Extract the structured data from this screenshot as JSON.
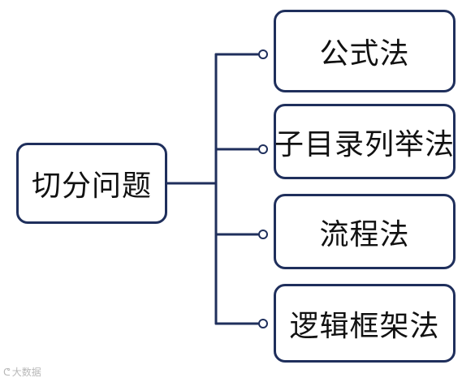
{
  "root": {
    "label": "切分问题"
  },
  "children": [
    {
      "label": "公式法"
    },
    {
      "label": "子目录列举法"
    },
    {
      "label": "流程法"
    },
    {
      "label": "逻辑框架法"
    }
  ],
  "watermark": {
    "text": "大数据",
    "icon": "logo-icon"
  },
  "colors": {
    "line": "#1f2f5c",
    "box_border": "#1f2f5c",
    "text": "#111111"
  }
}
